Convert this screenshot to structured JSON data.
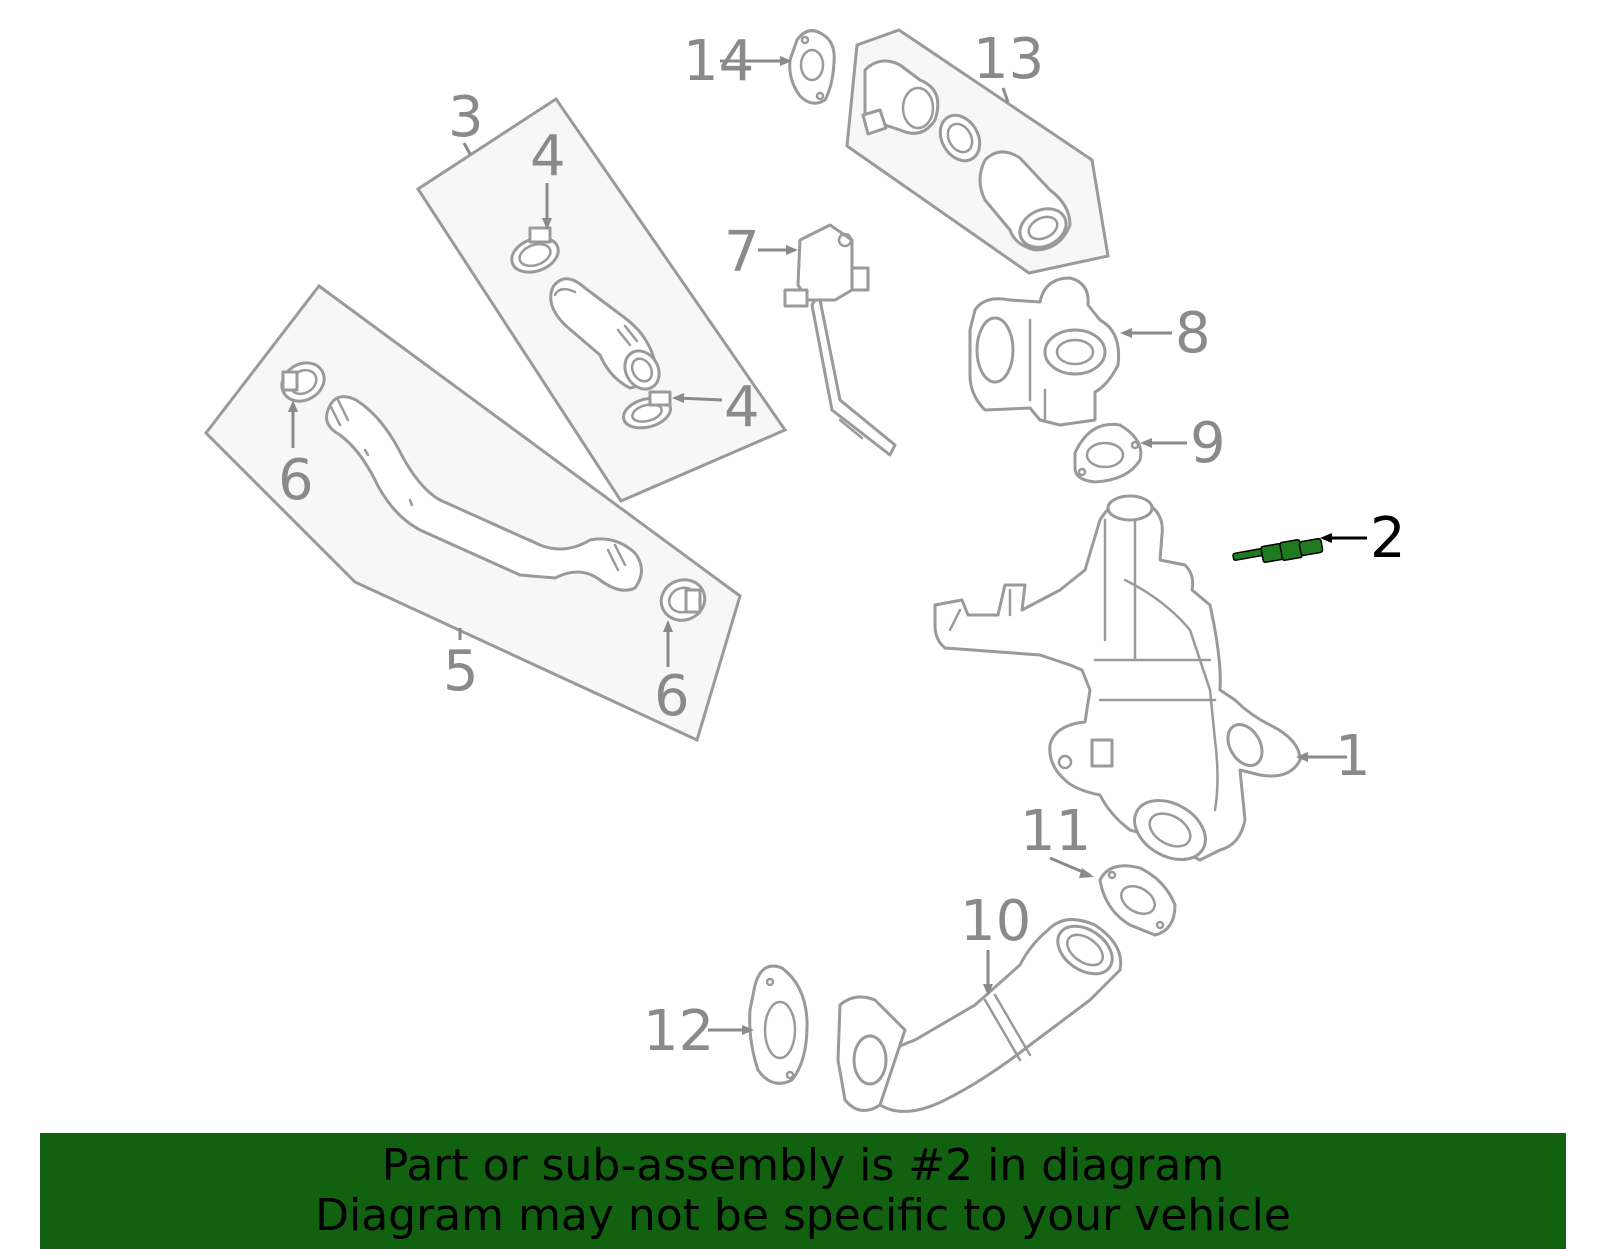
{
  "diagram": {
    "highlight_part": "2",
    "colors": {
      "part_outline": "#9a9a9a",
      "callout_text": "#8a8a8a",
      "highlight_text": "#000000",
      "highlight_part_fill": "#1f7a1f",
      "banner_background": "#116111"
    },
    "callouts": {
      "c1": "1",
      "c2": "2",
      "c3": "3",
      "c4a": "4",
      "c4b": "4",
      "c5": "5",
      "c6a": "6",
      "c6b": "6",
      "c7": "7",
      "c8": "8",
      "c9": "9",
      "c10": "10",
      "c11": "11",
      "c12": "12",
      "c13": "13",
      "c14": "14"
    }
  },
  "banner": {
    "line1": "Part or sub-assembly is #2 in diagram",
    "line2": "Diagram may not be specific to your vehicle"
  }
}
